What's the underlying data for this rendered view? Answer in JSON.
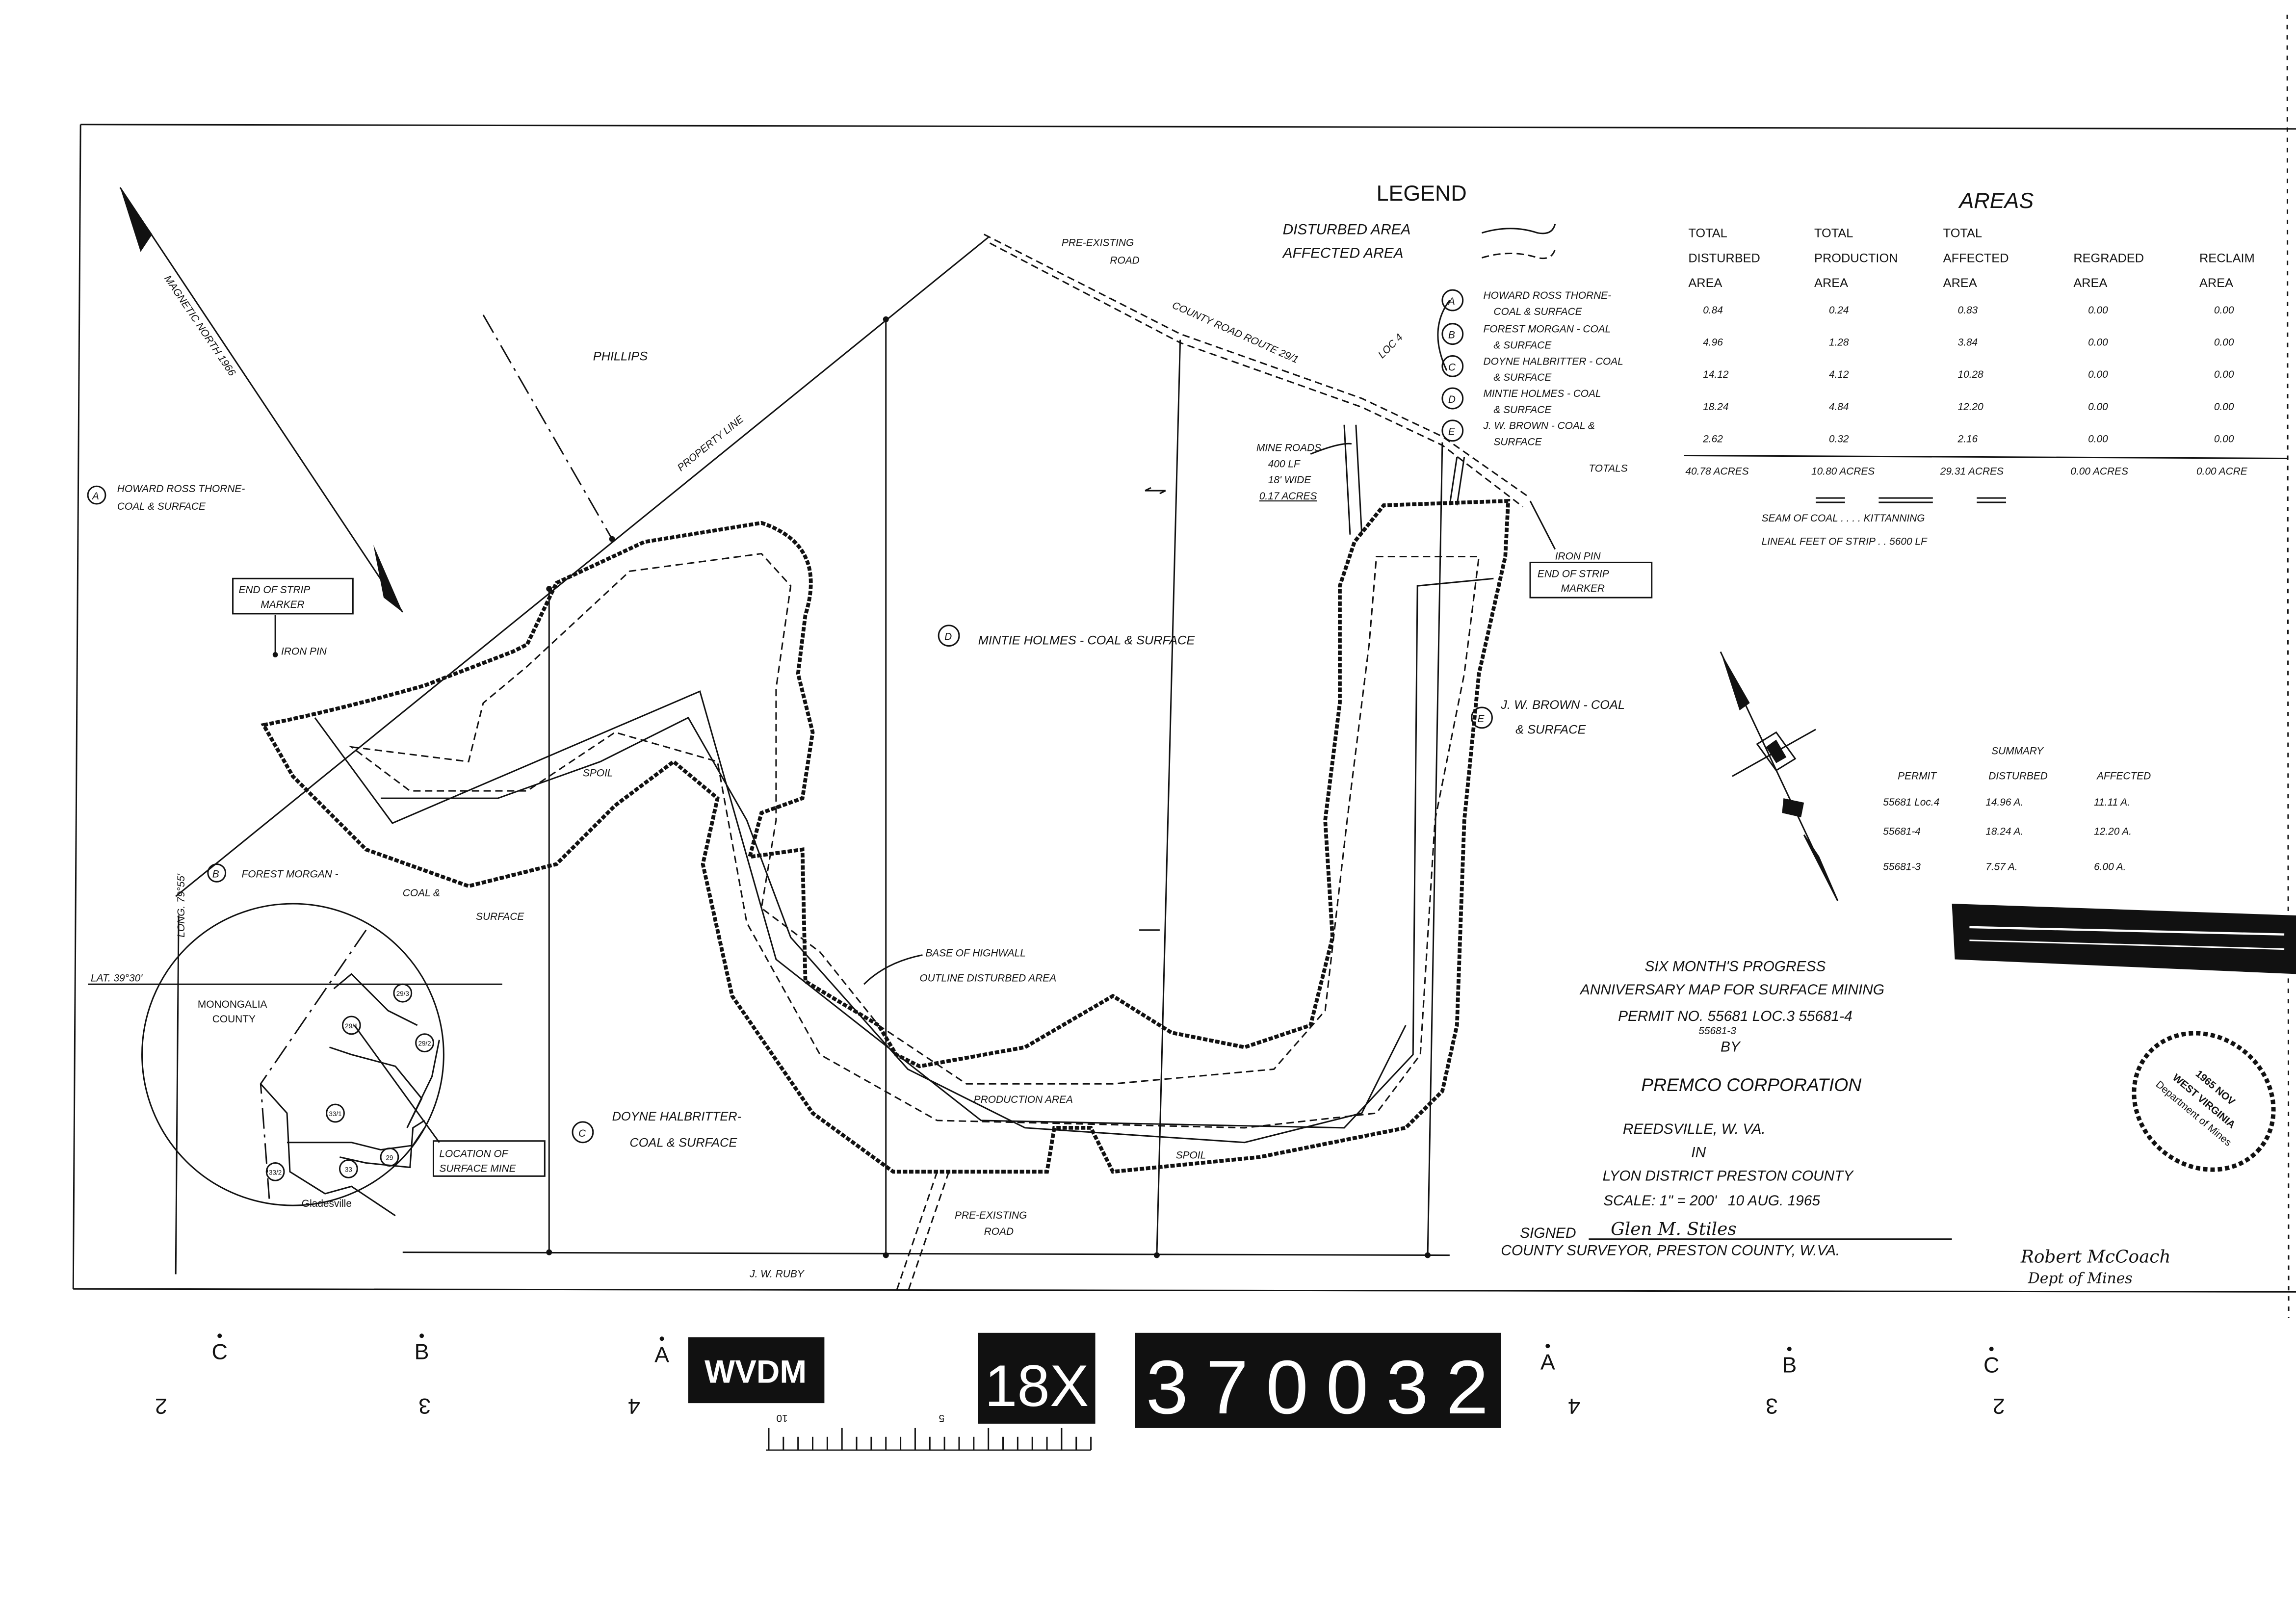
{
  "legend": {
    "title": "LEGEND",
    "disturbed": "DISTURBED AREA",
    "affected": "AFFECTED AREA",
    "owners": [
      {
        "key": "A",
        "line1": "HOWARD ROSS THORNE-",
        "line2": "COAL & SURFACE"
      },
      {
        "key": "B",
        "line1": "FOREST MORGAN - COAL",
        "line2": "& SURFACE"
      },
      {
        "key": "C",
        "line1": "DOYNE HALBRITTER - COAL",
        "line2": "& SURFACE"
      },
      {
        "key": "D",
        "line1": "MINTIE HOLMES - COAL",
        "line2": "& SURFACE"
      },
      {
        "key": "E",
        "line1": "J. W. BROWN - COAL &",
        "line2": "SURFACE"
      }
    ],
    "loc_note": "LOC 4",
    "totals_label": "TOTALS"
  },
  "areas": {
    "title": "AREAS",
    "headers": [
      [
        "TOTAL",
        "DISTURBED",
        "AREA"
      ],
      [
        "TOTAL",
        "PRODUCTION",
        "AREA"
      ],
      [
        "TOTAL",
        "AFFECTED",
        "AREA"
      ],
      [
        "",
        "REGRADED",
        "AREA"
      ],
      [
        "",
        "RECLAIM",
        "AREA"
      ]
    ],
    "rows": [
      [
        "0.84",
        "0.24",
        "0.83",
        "0.00",
        "0.00"
      ],
      [
        "4.96",
        "1.28",
        "3.84",
        "0.00",
        "0.00"
      ],
      [
        "14.12",
        "4.12",
        "10.28",
        "0.00",
        "0.00"
      ],
      [
        "18.24",
        "4.84",
        "12.20",
        "0.00",
        "0.00"
      ],
      [
        "2.62",
        "0.32",
        "2.16",
        "0.00",
        "0.00"
      ]
    ],
    "totals": [
      "40.78 ACRES",
      "10.80 ACRES",
      "29.31 ACRES",
      "0.00 ACRES",
      "0.00 ACRE"
    ],
    "seam": "SEAM OF COAL . . . . KITTANNING",
    "lineal": "LINEAL FEET OF STRIP . . 5600 LF"
  },
  "summary": {
    "title": "SUMMARY",
    "headers": [
      "PERMIT",
      "DISTURBED",
      "AFFECTED"
    ],
    "rows": [
      [
        "55681 Loc.4",
        "14.96 A.",
        "11.11 A."
      ],
      [
        "55681-4",
        "18.24 A.",
        "12.20 A."
      ],
      [
        "55681-3",
        "7.57 A.",
        "6.00 A."
      ]
    ]
  },
  "map_labels": {
    "phillips": "PHILLIPS",
    "property_line": "PROPERTY LINE",
    "magnetic_north": "MAGNETIC NORTH 1966",
    "pre_existing_road_top": [
      "PRE-EXISTING",
      "ROAD"
    ],
    "county_road": "COUNTY ROAD ROUTE 29/1",
    "mine_roads": [
      "MINE ROADS",
      "400 LF",
      "18' WIDE",
      "0.17 ACRES"
    ],
    "iron_pin": "IRON PIN",
    "end_of_strip": [
      "END OF STRIP",
      "MARKER"
    ],
    "owner_a": [
      "HOWARD ROSS THORNE-",
      "COAL & SURFACE"
    ],
    "owner_b": [
      "FOREST MORGAN -",
      "COAL &",
      "SURFACE"
    ],
    "owner_c": [
      "DOYNE HALBRITTER-",
      "COAL & SURFACE"
    ],
    "owner_d": "MINTIE HOLMES - COAL & SURFACE",
    "owner_e": [
      "J. W. BROWN - COAL",
      "& SURFACE"
    ],
    "spoil": "SPOIL",
    "base_of_highwall": "BASE OF HIGHWALL",
    "outline_disturbed": "OUTLINE DISTURBED AREA",
    "production_area": "PRODUCTION AREA",
    "jw_ruby": "J. W. RUBY",
    "pre_existing_road_bottom": [
      "PRE-EXISTING",
      "ROAD"
    ]
  },
  "inset": {
    "long": "LONG. 79°55'",
    "lat": "LAT. 39°30'",
    "county": [
      "MONONGALIA",
      "COUNTY"
    ],
    "town": "Gladesville",
    "routes": [
      "29/1",
      "29/2",
      "29/3",
      "33/1",
      "29",
      "33",
      "33/2"
    ],
    "location": [
      "LOCATION OF",
      "SURFACE MINE"
    ]
  },
  "title_block": {
    "line1": "SIX MONTH'S PROGRESS",
    "line2": "ANNIVERSARY MAP FOR SURFACE MINING",
    "permit": "PERMIT NO. 55681 LOC.3  55681-4",
    "permit2": "55681-3",
    "by": "BY",
    "company": "PREMCO CORPORATION",
    "city": "REEDSVILLE, W. VA.",
    "in": "IN",
    "district": "LYON DISTRICT   PRESTON COUNTY",
    "scale": "SCALE: 1\" = 200'",
    "date": "10 AUG. 1965",
    "signed": "SIGNED",
    "surveyor": "COUNTY  SURVEYOR, PRESTON COUNTY, W.VA."
  },
  "stamp": {
    "state": "WEST VIRGINIA",
    "dept": "Department of Mines",
    "date": "1965 NOV"
  },
  "signatures": {
    "surveyor": "Glen M. Stiles",
    "dept": [
      "Robert McCoach",
      "Dept of Mines"
    ]
  },
  "film_strip": {
    "marks_top": [
      "C",
      "B",
      "A",
      "A",
      "B",
      "C"
    ],
    "marks_bottom": [
      "2",
      "3",
      "4",
      "4",
      "3",
      "2"
    ],
    "agency": "WVDM",
    "reduction": "18X",
    "number": [
      "3",
      "7",
      "0",
      "0",
      "3",
      "2"
    ],
    "ruler_labels": [
      "10",
      "5"
    ]
  }
}
